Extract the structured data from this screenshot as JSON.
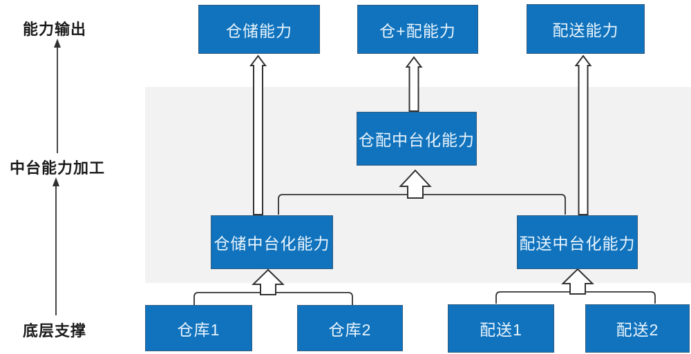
{
  "layers": {
    "output": "能力输出",
    "midplatform": "中台能力加工",
    "foundation": "底层支撑"
  },
  "nodes": {
    "top_warehouse": "仓储能力",
    "top_warehouse_delivery": "仓+配能力",
    "top_delivery": "配送能力",
    "mid_center": "仓配中台化能力",
    "mid_left": "仓储中台化能力",
    "mid_right": "配送中台化能力",
    "bottom_warehouse1": "仓库1",
    "bottom_warehouse2": "仓库2",
    "bottom_delivery1": "配送1",
    "bottom_delivery2": "配送2"
  },
  "colors": {
    "node_fill": "#1173BD",
    "node_border": "#2F5A7E",
    "band_background": "#F2F2F2",
    "connector": "#303030",
    "node_text": "#EAF5FD",
    "label_text": "#1A1A1A"
  }
}
